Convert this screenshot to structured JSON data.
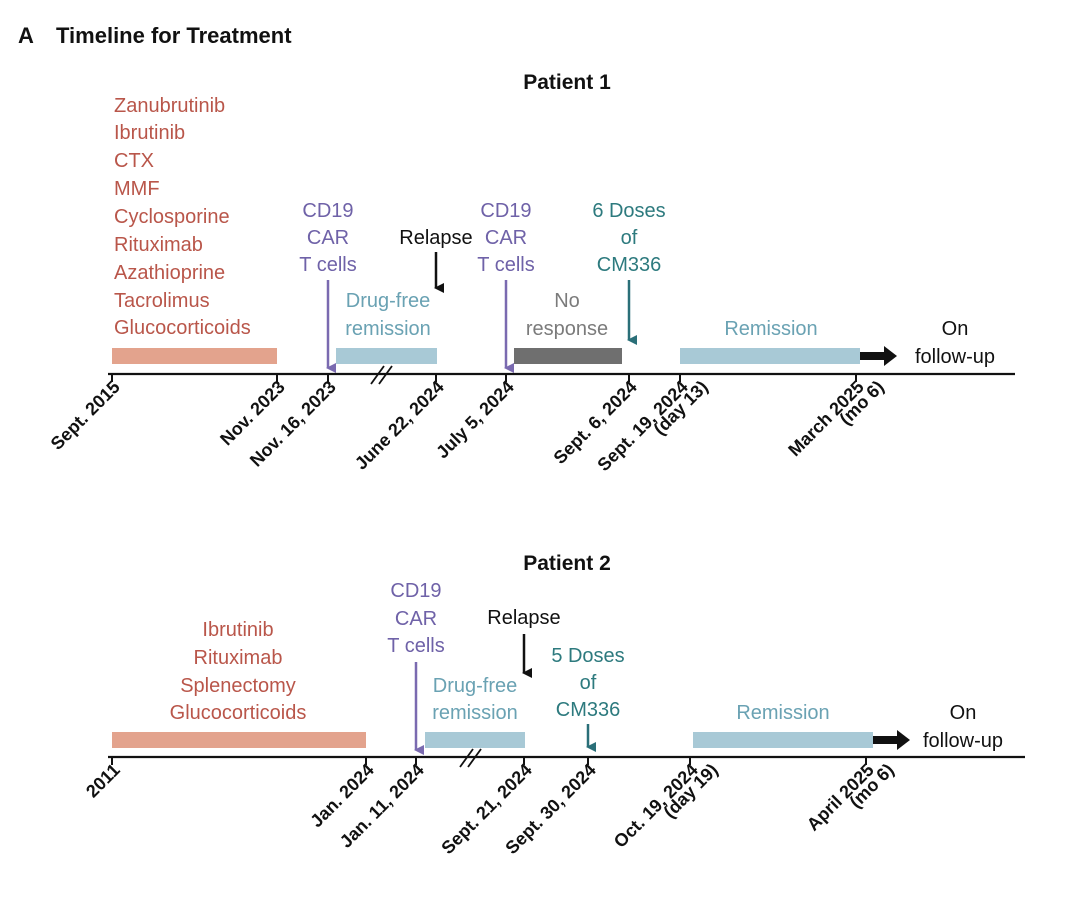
{
  "panel": {
    "label": "A",
    "title": "Timeline for Treatment"
  },
  "colors": {
    "prior_therapy_bar": "#e3a38d",
    "remission_bar": "#a8c9d6",
    "no_response_bar": "#6f6f6f",
    "car_t_arrow": "#7a6ab0",
    "cm336_arrow": "#2a6f78",
    "drug_text": "#b9564a"
  },
  "patients": [
    {
      "title": "Patient 1",
      "prior_therapies": [
        "Zanubrutinib",
        "Ibrutinib",
        "CTX",
        "MMF",
        "Cyclosporine",
        "Rituximab",
        "Azathioprine",
        "Tacrolimus",
        "Glucocorticoids"
      ],
      "car_t_label": [
        "CD19",
        "CAR",
        "T cells"
      ],
      "car_t_label_2": [
        "CD19",
        "CAR",
        "T cells"
      ],
      "relapse_label": "Relapse",
      "cm336_label": [
        "6 Doses",
        "of",
        "CM336"
      ],
      "drug_free_label": [
        "Drug-free",
        "remission"
      ],
      "no_response_label": [
        "No",
        "response"
      ],
      "remission_label": "Remission",
      "follow_up_label": [
        "On",
        "follow-up"
      ],
      "dates": [
        {
          "label": "Sept. 2015"
        },
        {
          "label": "Nov. 2023"
        },
        {
          "label": "Nov. 16, 2023"
        },
        {
          "label": "June 22, 2024"
        },
        {
          "label": "July 5, 2024"
        },
        {
          "label": "Sept. 6, 2024"
        },
        {
          "label": "Sept. 19, 2024",
          "sub": "(day 13)"
        },
        {
          "label": "March 2025",
          "sub": "(mo 6)"
        }
      ]
    },
    {
      "title": "Patient 2",
      "prior_therapies": [
        "Ibrutinib",
        "Rituximab",
        "Splenectomy",
        "Glucocorticoids"
      ],
      "car_t_label": [
        "CD19",
        "CAR",
        "T cells"
      ],
      "relapse_label": "Relapse",
      "cm336_label": [
        "5 Doses",
        "of",
        "CM336"
      ],
      "drug_free_label": [
        "Drug-free",
        "remission"
      ],
      "remission_label": "Remission",
      "follow_up_label": [
        "On",
        "follow-up"
      ],
      "dates": [
        {
          "label": "2011"
        },
        {
          "label": "Jan. 2024"
        },
        {
          "label": "Jan. 11, 2024"
        },
        {
          "label": "Sept. 21, 2024"
        },
        {
          "label": "Sept. 30, 2024"
        },
        {
          "label": "Oct. 19, 2024",
          "sub": "(day 19)"
        },
        {
          "label": "April 2025",
          "sub": "(mo 6)"
        }
      ]
    }
  ]
}
